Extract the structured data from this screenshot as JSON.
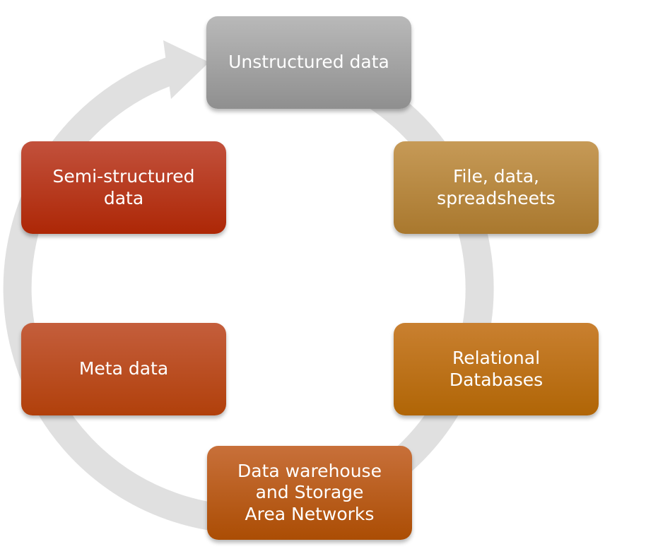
{
  "diagram": {
    "type": "cycle",
    "ring_color": "#e0e0e0",
    "nodes": [
      {
        "id": "unstructured",
        "label": "Unstructured data"
      },
      {
        "id": "files",
        "label": "File, data,\nspreadsheets"
      },
      {
        "id": "relational",
        "label": "Relational\nDatabases"
      },
      {
        "id": "warehouse",
        "label": "Data warehouse\nand Storage\nArea Networks"
      },
      {
        "id": "meta",
        "label": "Meta data"
      },
      {
        "id": "semi",
        "label": "Semi-structured\ndata"
      }
    ]
  }
}
